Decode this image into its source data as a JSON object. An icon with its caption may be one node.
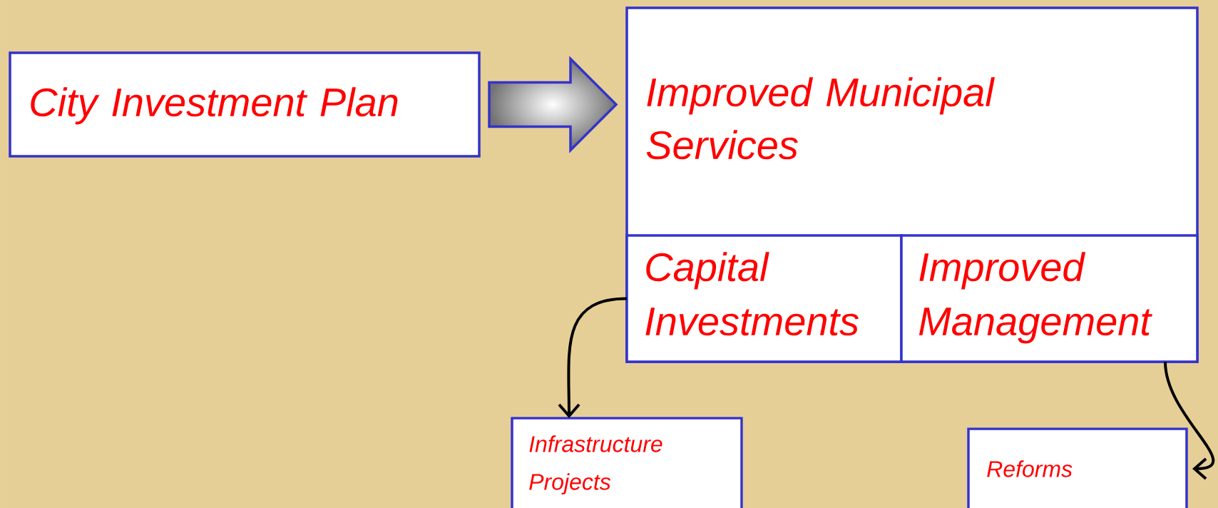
{
  "diagram": {
    "nodes": [
      {
        "text": [
          "City Investment Plan"
        ]
      },
      {
        "text": [
          "Improved Municipal Services"
        ]
      },
      {
        "text": [
          "Capital Investments"
        ],
        "in": 1
      },
      {
        "text": [
          "Improved Management"
        ],
        "in": 1
      },
      {
        "text": [
          "Infrastructure Projects"
        ]
      },
      {
        "text": [
          "Reforms"
        ]
      }
    ],
    "edges": [
      {
        "from": 0,
        "to": 1,
        "arrow": "to",
        "style": "thick"
      },
      {
        "from": 2,
        "to": 4,
        "arrow": "to"
      },
      {
        "from": 3,
        "to": 5,
        "arrow": "to"
      }
    ]
  }
}
